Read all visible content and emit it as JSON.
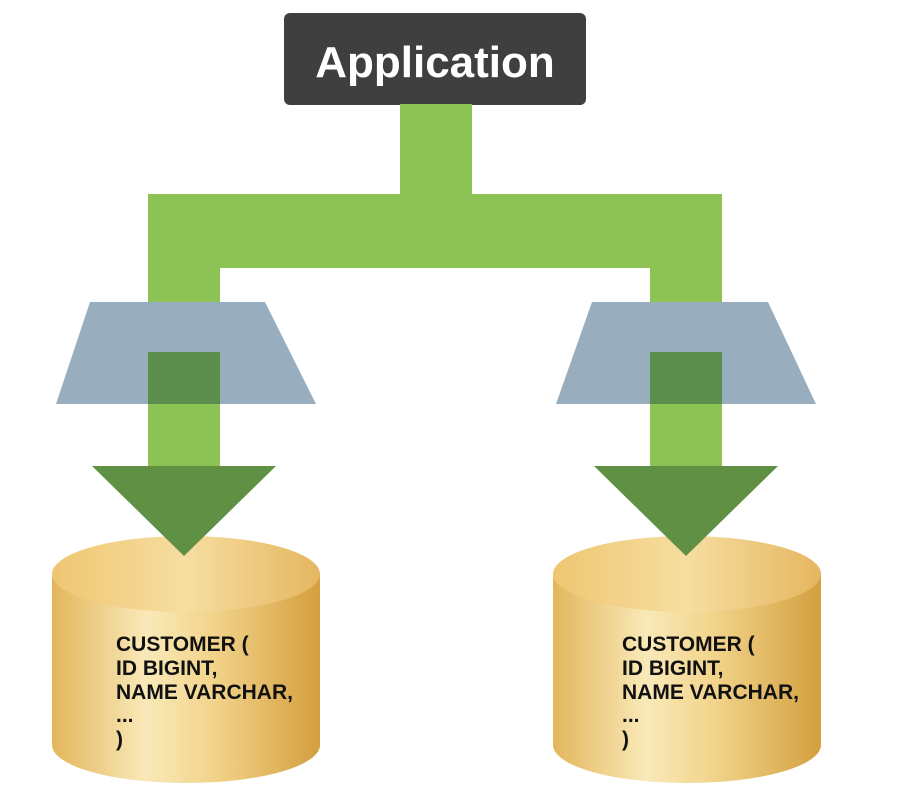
{
  "application": {
    "label": "Application"
  },
  "databases": [
    {
      "schema_lines": [
        "CUSTOMER (",
        "ID BIGINT,",
        "NAME VARCHAR,",
        "...",
        ")"
      ]
    },
    {
      "schema_lines": [
        "CUSTOMER (",
        "ID BIGINT,",
        "NAME VARCHAR,",
        "...",
        ")"
      ]
    }
  ],
  "colors": {
    "app_box": "#3f3f3f",
    "flow_green": "#8dc254",
    "arrow_dark_green": "#5f9044",
    "overlap_green": "#5b8e4c",
    "trapezoid": "#98aebf",
    "cylinder_light": "#f6dfa2",
    "cylinder_dark": "#d8a94b"
  }
}
